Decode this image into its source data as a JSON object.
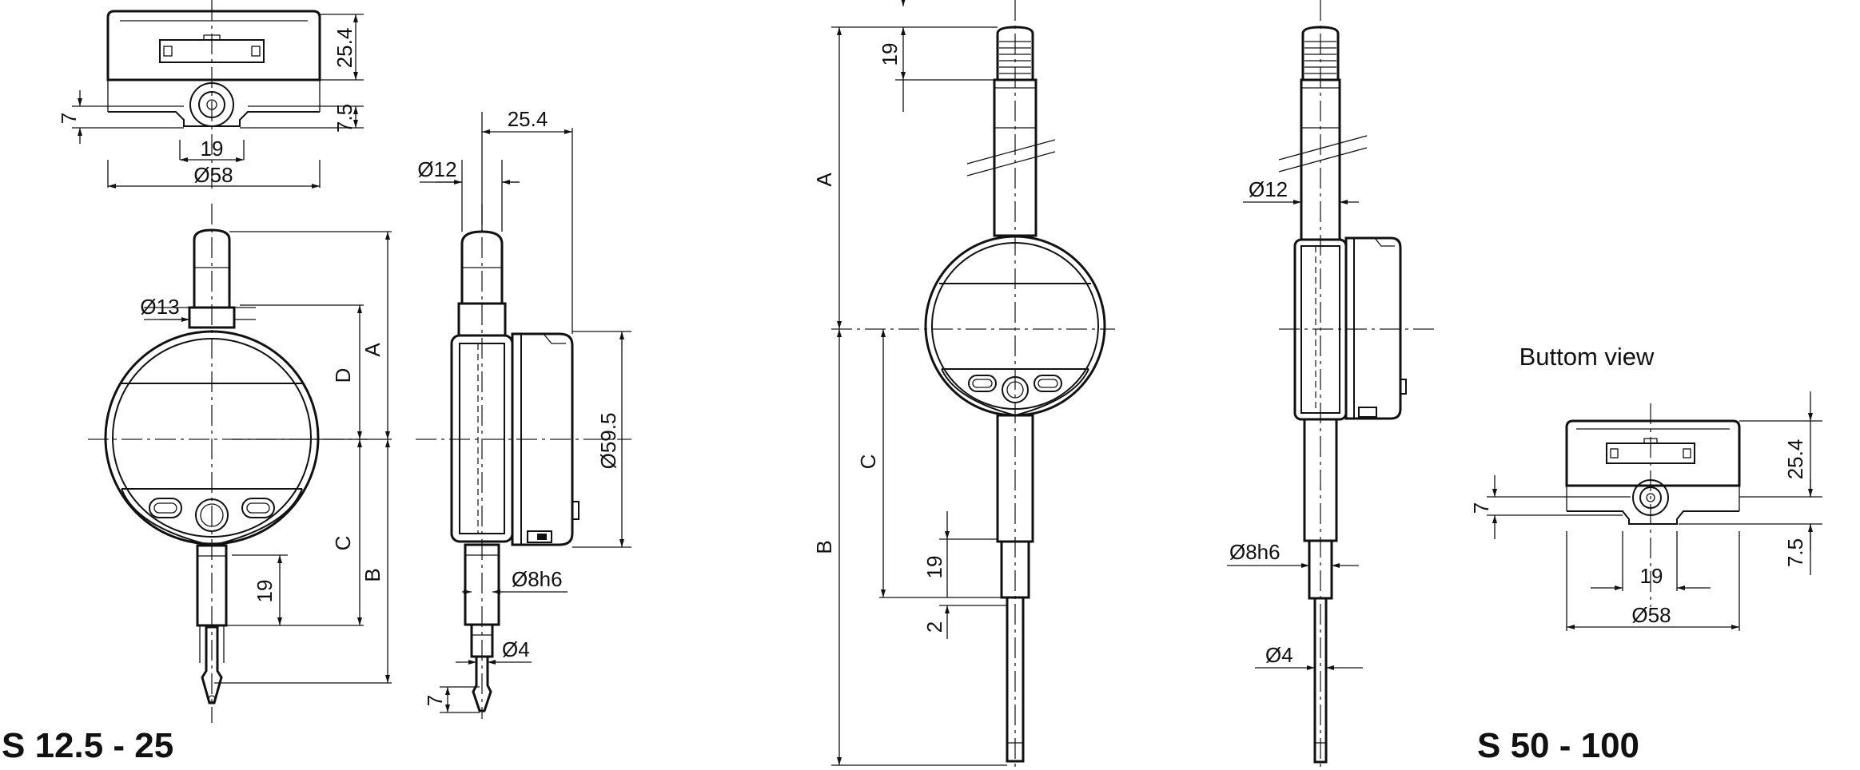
{
  "left": {
    "title": "S 12.5 - 25",
    "top_view": {
      "height": "25.4",
      "offset": "7",
      "stem": "7.5",
      "width": "19",
      "diameter": "Ø58"
    },
    "front": {
      "stem_dia": "Ø13",
      "d": "D",
      "a": "A",
      "c": "C",
      "b": "B",
      "tip": "19"
    },
    "side": {
      "depth": "25.4",
      "stem_dia": "Ø12",
      "body_dia": "Ø59.5",
      "spindle": "Ø8h6",
      "tip_dia": "Ø4",
      "tip_len": "7"
    }
  },
  "right": {
    "title": "S 50 - 100",
    "caption": "Buttom view",
    "front": {
      "top": "19",
      "a": "A",
      "c": "C",
      "b": "B",
      "tip": "19",
      "tip2": "2"
    },
    "side": {
      "stem_dia": "Ø12",
      "spindle": "Ø8h6",
      "tip_dia": "Ø4"
    },
    "bottom_view": {
      "height": "25.4",
      "offset": "7",
      "stem": "7.5",
      "width": "19",
      "diameter": "Ø58"
    }
  }
}
